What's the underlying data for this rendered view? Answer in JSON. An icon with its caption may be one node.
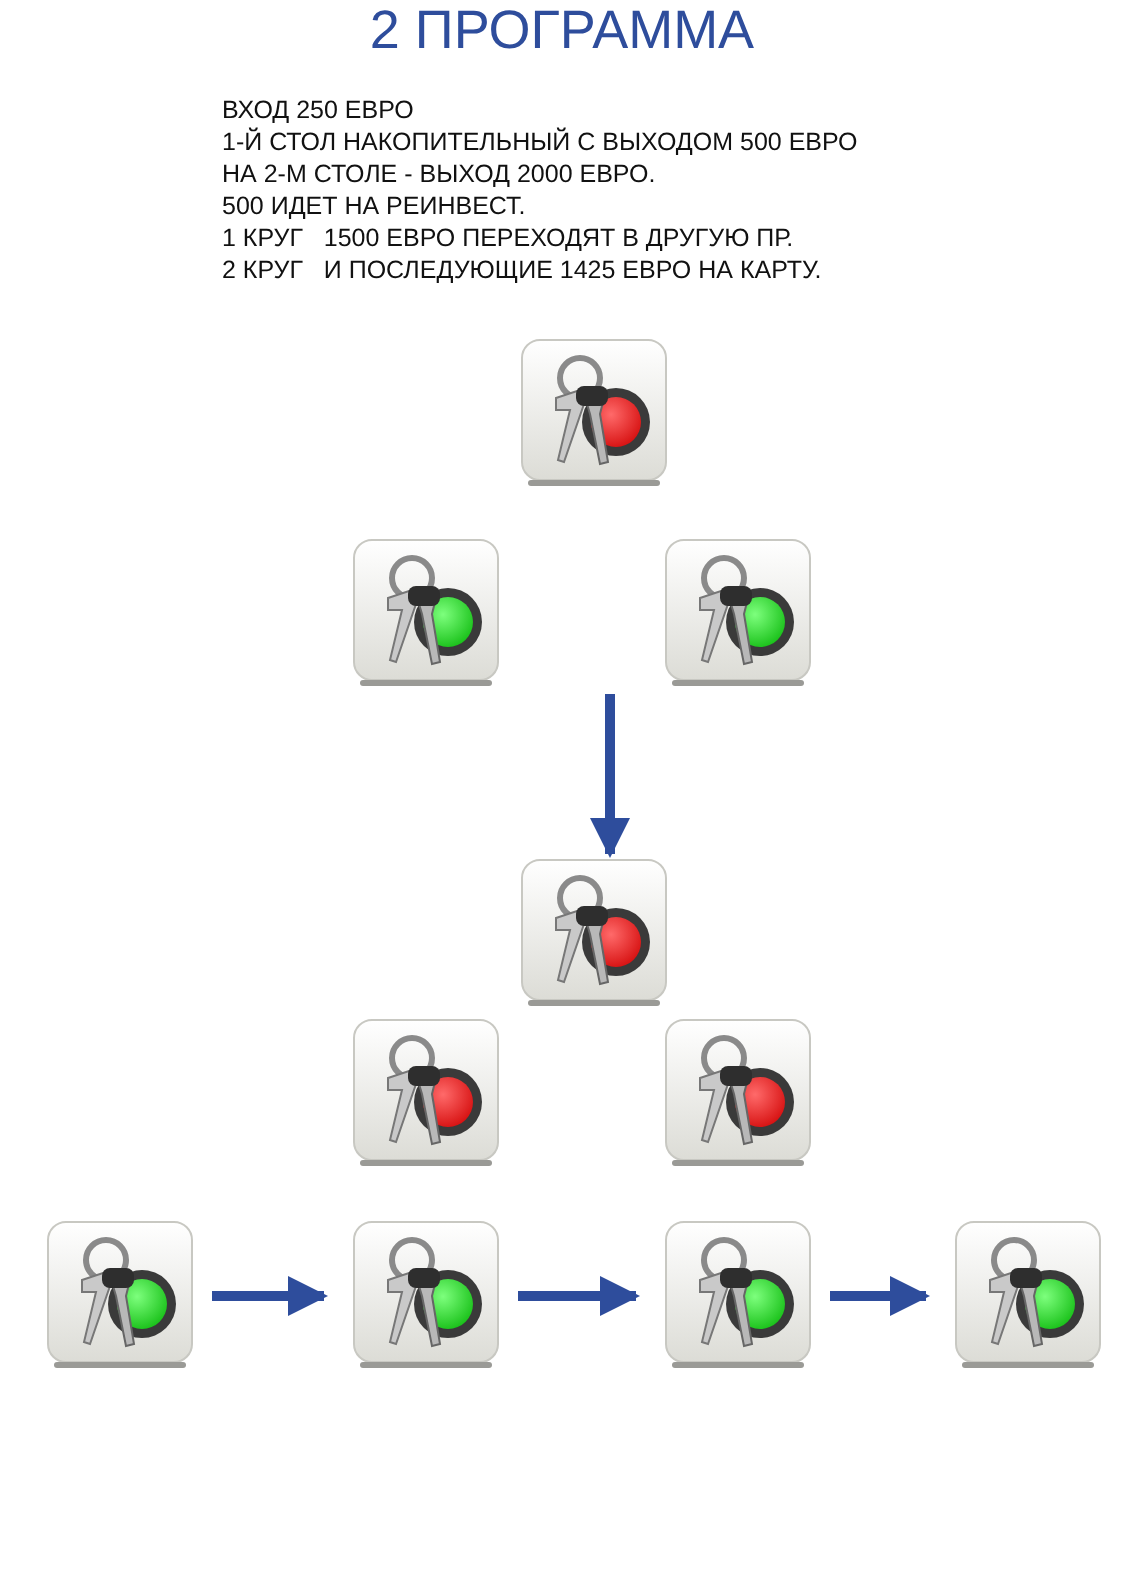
{
  "diagram": {
    "title": "2 ПРОГРАММА",
    "nodes": [
      {
        "text": [],
        "shape": "picture"
      },
      {
        "text": [],
        "shape": "picture"
      },
      {
        "text": [],
        "shape": "picture"
      },
      {
        "text": [],
        "shape": "picture"
      },
      {
        "text": [],
        "shape": "picture"
      },
      {
        "text": [],
        "shape": "picture"
      },
      {
        "text": [],
        "shape": "picture"
      },
      {
        "text": [],
        "shape": "picture"
      },
      {
        "text": [],
        "shape": "picture"
      },
      {
        "text": [],
        "shape": "picture"
      }
    ],
    "edges": [
      {
        "from": null,
        "to": 3,
        "arrow": "to"
      },
      {
        "from": 6,
        "to": 7,
        "arrow": "to"
      },
      {
        "from": 7,
        "to": 8,
        "arrow": "to"
      },
      {
        "from": 8,
        "to": 9,
        "arrow": "to"
      }
    ],
    "labels": [
      "ВХОД 250 ЕВРО",
      "1-Й СТОЛ НАКОПИТЕЛЬНЫЙ С ВЫХОДОМ 500 ЕВРО",
      "НА 2-М СТОЛЕ - ВЫХОД 2000 ЕВРО.",
      "500 ИДЕТ НА РЕИНВЕСТ.",
      "1 КРУГ   1500 ЕВРО ПЕРЕХОДЯТ В ДРУГУЮ ПР.",
      "2 КРУГ   И ПОСЛЕДУЮЩИЕ 1425 ЕВРО НА КАРТУ."
    ]
  }
}
